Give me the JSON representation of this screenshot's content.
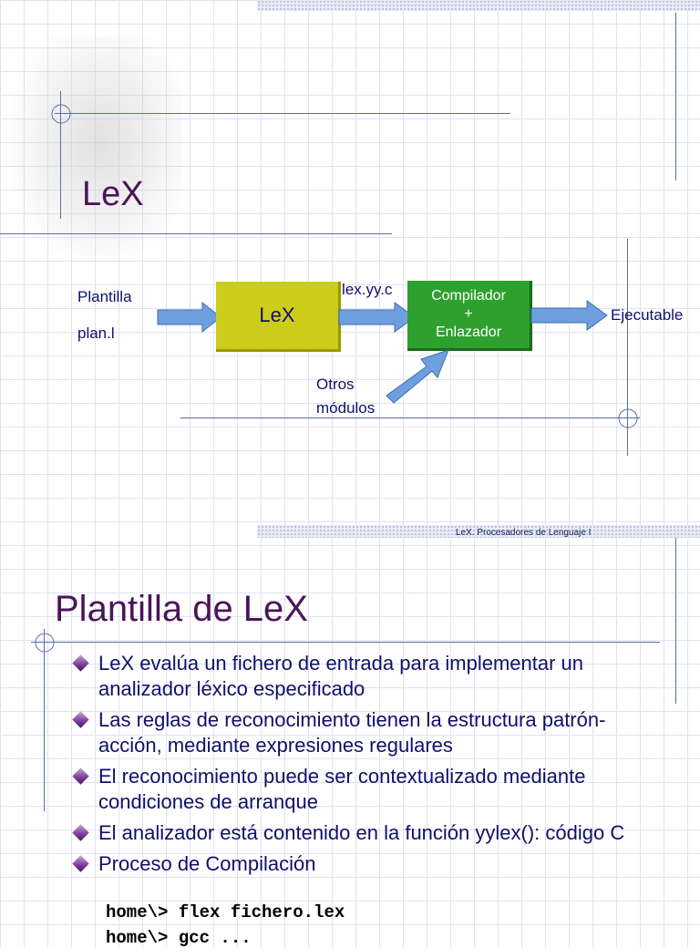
{
  "slide1": {
    "title": "LeX",
    "diagram": {
      "input_label_1": "Plantilla",
      "input_label_2": "plan.l",
      "lex_box": "LeX",
      "intermediate_label": "lex.yy.c",
      "compiler_box_line1": "Compilador",
      "compiler_box_line2": "+",
      "compiler_box_line3": "Enlazador",
      "other_label_1": "Otros",
      "other_label_2": "módulos",
      "output_label": "Ejecutable"
    },
    "footer": "LeX. Procesadores de Lenguaje I"
  },
  "slide2": {
    "title": "Plantilla de LeX",
    "bullets": [
      "LeX evalúa un fichero de entrada para implementar un analizador léxico especificado",
      "Las reglas de reconocimiento tienen la estructura patrón-acción, mediante expresiones regulares",
      "El reconocimiento puede ser contextualizado mediante condiciones de arranque",
      "El analizador está contenido en la función yylex(): código C",
      "Proceso de Compilación"
    ],
    "code_line_1": "home\\> flex fichero.lex",
    "code_line_2": "home\\> gcc ..."
  },
  "colors": {
    "title": "#4b145a",
    "text": "#10106a",
    "lex_box": "#cccc1a",
    "compiler_box": "#2ea02e",
    "arrow": "#6ea0e0"
  }
}
